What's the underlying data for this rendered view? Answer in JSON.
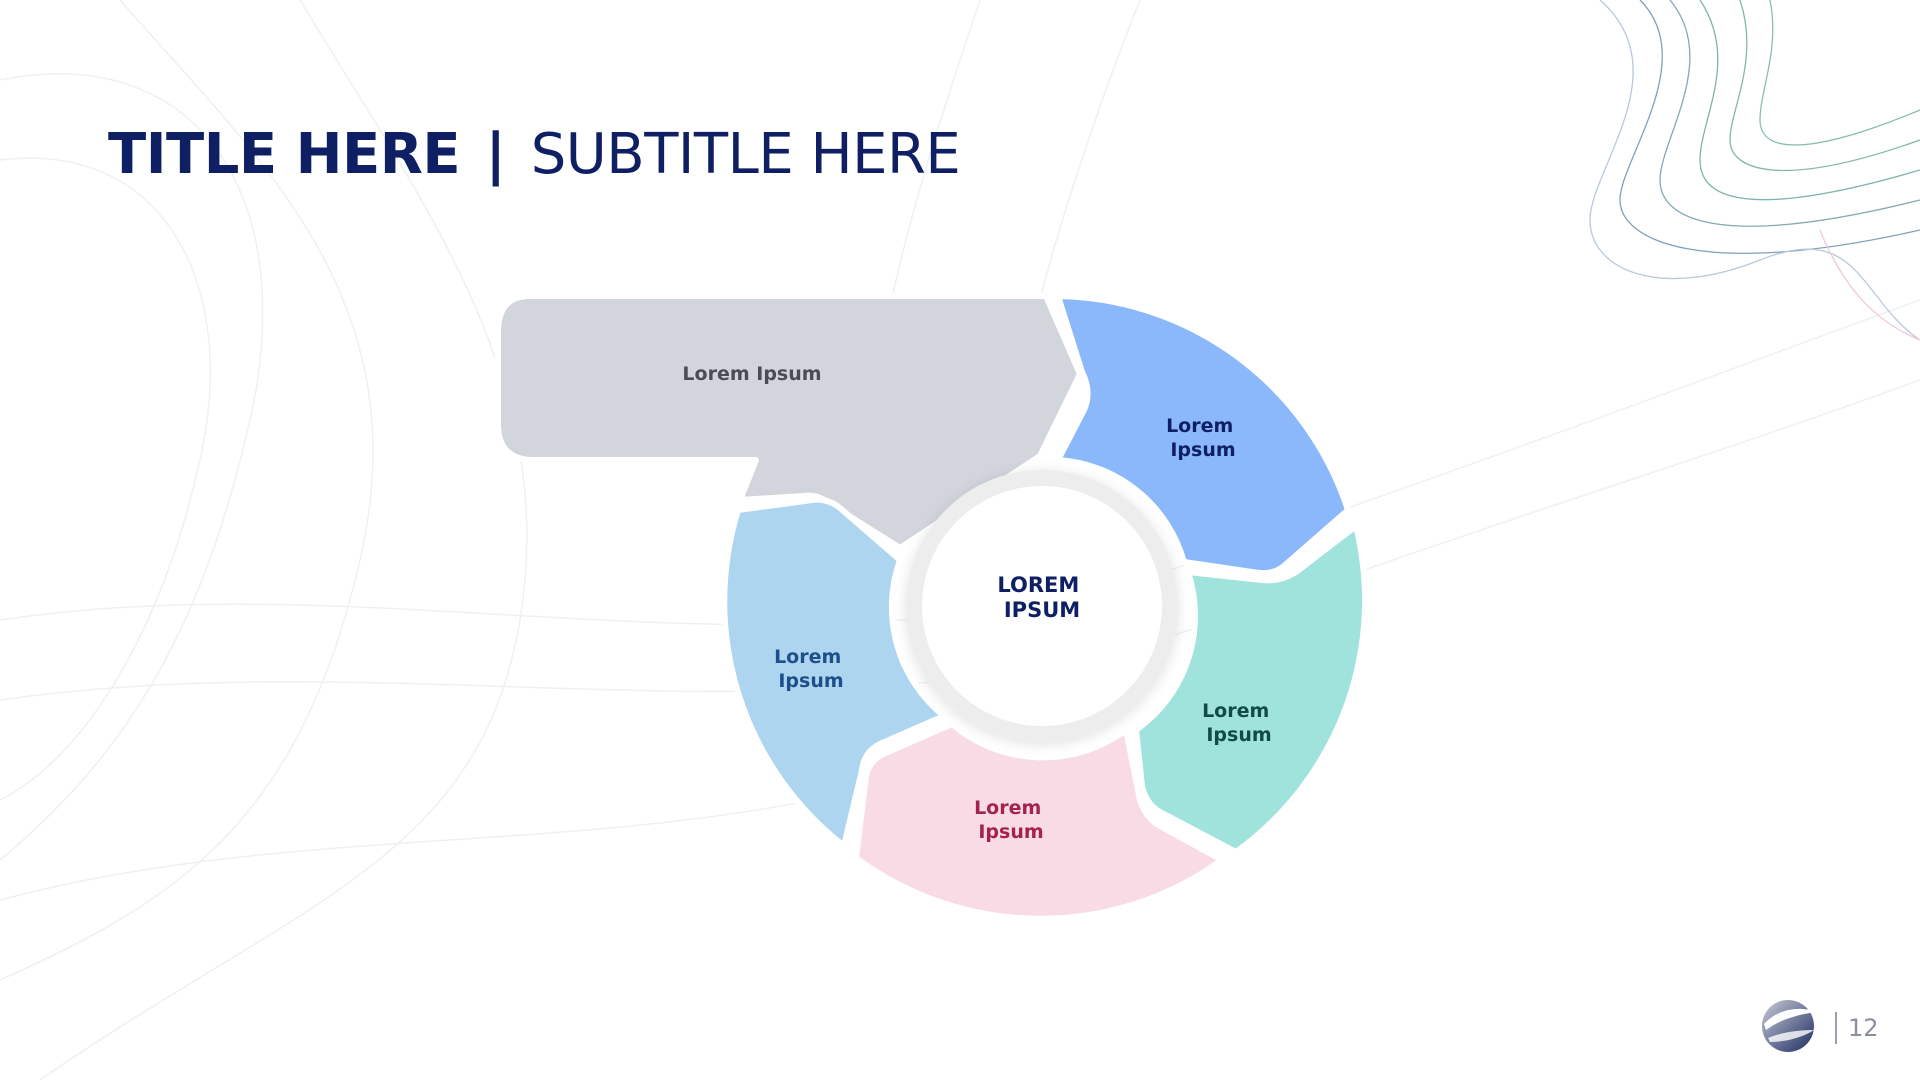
{
  "slide": {
    "title": "TITLE HERE",
    "separator": "|",
    "subtitle": "SUBTITLE HERE",
    "page_number": "12"
  },
  "diagram": {
    "center_label_line1": "LOREM",
    "center_label_line2": "IPSUM",
    "segments": [
      {
        "name": "top-banner",
        "label": "Lorem Ipsum",
        "fill": "#d2d5dc",
        "text_color": "#4a4d57"
      },
      {
        "name": "blue",
        "label_line1": "Lorem",
        "label_line2": "Ipsum",
        "fill": "#8bb8fb",
        "text_color": "#0f1f63"
      },
      {
        "name": "teal",
        "label_line1": "Lorem",
        "label_line2": "Ipsum",
        "fill": "#9fe3dc",
        "text_color": "#124a45"
      },
      {
        "name": "pink",
        "label_line1": "Lorem",
        "label_line2": "Ipsum",
        "fill": "#f8dbe5",
        "text_color": "#a3224e"
      },
      {
        "name": "light-blue",
        "label_line1": "Lorem",
        "label_line2": "Ipsum",
        "fill": "#aed5f0",
        "text_color": "#1d4f8a"
      }
    ]
  },
  "colors": {
    "title": "#0f1f63",
    "center_fill": "#ffffff",
    "center_ring": "#ededed"
  }
}
